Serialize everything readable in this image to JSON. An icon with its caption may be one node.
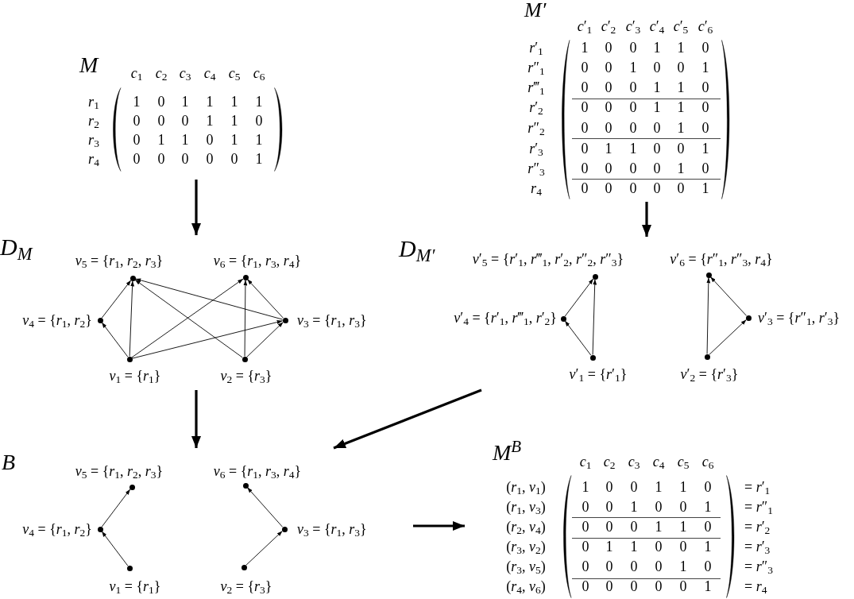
{
  "diagram": {
    "nodes": [
      {
        "text": [
          "M"
        ]
      },
      {
        "text": [
          "M′"
        ]
      },
      {
        "text": [
          "D$_{M}$"
        ]
      },
      {
        "text": [],
        "shape": "circle",
        "in": 2,
        "beside": [
          "*v*$_{5}$ = {*r*$_{1}$, *r*$_{2}$, *r*$_{3}$}"
        ]
      },
      {
        "text": [],
        "shape": "circle",
        "in": 2,
        "beside": [
          "*v*$_{6}$ = {*r*$_{1}$, *r*$_{3}$, *r*$_{4}$}"
        ]
      },
      {
        "text": [],
        "shape": "circle",
        "in": 2,
        "beside": [
          "*v*$_{4}$ = {*r*$_{1}$, *r*$_{2}$}"
        ]
      },
      {
        "text": [],
        "shape": "circle",
        "in": 2,
        "beside": [
          "*v*$_{3}$ = {*r*$_{1}$, *r*$_{3}$}"
        ]
      },
      {
        "text": [],
        "shape": "circle",
        "in": 2,
        "beside": [
          "*v*$_{1}$ = {*r*$_{1}$}"
        ]
      },
      {
        "text": [],
        "shape": "circle",
        "in": 2,
        "beside": [
          "*v*$_{2}$ = {*r*$_{3}$}"
        ]
      },
      {
        "text": [
          "D$_{M′}$"
        ]
      },
      {
        "text": [],
        "shape": "circle",
        "in": 9,
        "beside": [
          "*v*′$_{5}$ = {*r*′$_{1}$, *r*‴$_{1}$, *r*′$_{2}$, *r*″$_{2}$, *r*″$_{3}$}"
        ]
      },
      {
        "text": [],
        "shape": "circle",
        "in": 9,
        "beside": [
          "*v*′$_{6}$ = {*r*″$_{1}$, *r*″$_{3}$, *r*$_{4}$}"
        ]
      },
      {
        "text": [],
        "shape": "circle",
        "in": 9,
        "beside": [
          "*v*′$_{4}$ = {*r*′$_{1}$, *r*‴$_{1}$, *r*′$_{2}$}"
        ]
      },
      {
        "text": [],
        "shape": "circle",
        "in": 9,
        "beside": [
          "*v*′$_{3}$ = {*r*″$_{1}$, *r*′$_{3}$}"
        ]
      },
      {
        "text": [],
        "shape": "circle",
        "in": 9,
        "beside": [
          "*v*′$_{1}$ = {*r*′$_{1}$}"
        ]
      },
      {
        "text": [],
        "shape": "circle",
        "in": 9,
        "beside": [
          "*v*′$_{2}$ = {*r*′$_{3}$}"
        ]
      },
      {
        "text": [
          "B"
        ]
      },
      {
        "text": [],
        "shape": "circle",
        "in": 16,
        "beside": [
          "*v*$_{5}$ = {*r*$_{1}$, *r*$_{2}$, *r*$_{3}$}"
        ]
      },
      {
        "text": [],
        "shape": "circle",
        "in": 16,
        "beside": [
          "*v*$_{6}$ = {*r*$_{1}$, *r*$_{3}$, *r*$_{4}$}"
        ]
      },
      {
        "text": [],
        "shape": "circle",
        "in": 16,
        "beside": [
          "*v*$_{4}$ = {*r*$_{1}$, *r*$_{2}$}"
        ]
      },
      {
        "text": [],
        "shape": "circle",
        "in": 16,
        "beside": [
          "*v*$_{3}$ = {*r*$_{1}$, *r*$_{3}$}"
        ]
      },
      {
        "text": [],
        "shape": "circle",
        "in": 16,
        "beside": [
          "*v*$_{1}$ = {*r*$_{1}$}"
        ]
      },
      {
        "text": [],
        "shape": "circle",
        "in": 16,
        "beside": [
          "*v*$_{2}$ = {*r*$_{3}$}"
        ]
      },
      {
        "text": [
          "M$^{B}$"
        ]
      }
    ],
    "edges": [
      {
        "from": 0,
        "to": 2,
        "arrow": "to",
        "style": "thick"
      },
      {
        "from": 1,
        "to": 9,
        "arrow": "to",
        "style": "thick"
      },
      {
        "from": 7,
        "to": 5,
        "arrow": "to"
      },
      {
        "from": 7,
        "to": 3,
        "arrow": "to"
      },
      {
        "from": 7,
        "to": 4,
        "arrow": "to"
      },
      {
        "from": 7,
        "to": 6,
        "arrow": "to"
      },
      {
        "from": 5,
        "to": 3,
        "arrow": "to"
      },
      {
        "from": 8,
        "to": 3,
        "arrow": "to"
      },
      {
        "from": 8,
        "to": 4,
        "arrow": "to"
      },
      {
        "from": 8,
        "to": 6,
        "arrow": "to"
      },
      {
        "from": 6,
        "to": 3,
        "arrow": "to"
      },
      {
        "from": 6,
        "to": 4,
        "arrow": "to"
      },
      {
        "from": 14,
        "to": 12,
        "arrow": "to"
      },
      {
        "from": 14,
        "to": 10,
        "arrow": "to"
      },
      {
        "from": 12,
        "to": 10,
        "arrow": "to"
      },
      {
        "from": 15,
        "to": 11,
        "arrow": "to"
      },
      {
        "from": 15,
        "to": 13,
        "arrow": "to"
      },
      {
        "from": 13,
        "to": 11,
        "arrow": "to"
      },
      {
        "from": 2,
        "to": 16,
        "arrow": "to",
        "style": "thick"
      },
      {
        "from": 9,
        "to": 16,
        "arrow": "to",
        "style": "thick"
      },
      {
        "from": 21,
        "to": 19,
        "arrow": "to"
      },
      {
        "from": 19,
        "to": 17,
        "arrow": "to"
      },
      {
        "from": 22,
        "to": 20,
        "arrow": "to"
      },
      {
        "from": 20,
        "to": 18,
        "arrow": "to"
      },
      {
        "from": 16,
        "to": 23,
        "arrow": "to",
        "style": "thick"
      }
    ],
    "labels": [
      "*c*$_{1}$",
      "*c*$_{2}$",
      "*c*$_{3}$",
      "*c*$_{4}$",
      "*c*$_{5}$",
      "*c*$_{6}$",
      "*r*$_{1}$",
      "1",
      "0",
      "1",
      "1",
      "1",
      "1",
      "*r*$_{2}$",
      "0",
      "0",
      "0",
      "1",
      "1",
      "0",
      "*r*$_{3}$",
      "0",
      "1",
      "1",
      "0",
      "1",
      "1",
      "*r*$_{4}$",
      "0",
      "0",
      "0",
      "0",
      "0",
      "1",
      "*c*′$_{1}$",
      "*c*′$_{2}$",
      "*c*′$_{3}$",
      "*c*′$_{4}$",
      "*c*′$_{5}$",
      "*c*′$_{6}$",
      "*r*′$_{1}$",
      "1",
      "0",
      "0",
      "1",
      "1",
      "0",
      "*r*″$_{1}$",
      "0",
      "0",
      "1",
      "0",
      "0",
      "1",
      "*r*‴$_{1}$",
      "0",
      "0",
      "0",
      "1",
      "1",
      "0",
      "*r*′$_{2}$",
      "0",
      "0",
      "0",
      "1",
      "1",
      "0",
      "*r*″$_{2}$",
      "0",
      "0",
      "0",
      "0",
      "1",
      "0",
      "*r*′$_{3}$",
      "0",
      "1",
      "1",
      "0",
      "0",
      "1",
      "*r*″$_{3}$",
      "0",
      "0",
      "0",
      "0",
      "1",
      "0",
      "*r*$_{4}$",
      "0",
      "0",
      "0",
      "0",
      "0",
      "1",
      "*c*$_{1}$",
      "*c*$_{2}$",
      "*c*$_{3}$",
      "*c*$_{4}$",
      "*c*$_{5}$",
      "*c*$_{6}$",
      "(*r*$_{1}$, *v*$_{1}$)",
      "1",
      "0",
      "0",
      "1",
      "1",
      "0",
      "= *r*′$_{1}$",
      "(*r*$_{1}$, *v*$_{3}$)",
      "0",
      "0",
      "1",
      "0",
      "0",
      "1",
      "= *r*″$_{1}$",
      "(*r*$_{2}$, *v*$_{4}$)",
      "0",
      "0",
      "0",
      "1",
      "1",
      "0",
      "= *r*′$_{2}$",
      "(*r*$_{3}$, *v*$_{2}$)",
      "0",
      "1",
      "1",
      "0",
      "0",
      "1",
      "= *r*′$_{3}$",
      "(*r*$_{3}$, *v*$_{5}$)",
      "0",
      "0",
      "0",
      "0",
      "1",
      "0",
      "= *r*″$_{3}$",
      "(*r*$_{4}$, *v*$_{6}$)",
      "0",
      "0",
      "0",
      "0",
      "0",
      "1",
      "= *r*$_{4}$"
    ]
  }
}
